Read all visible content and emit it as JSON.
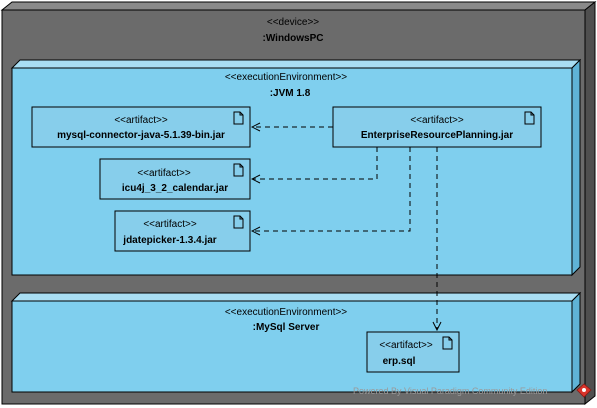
{
  "device": {
    "stereotype": "<<device>>",
    "name": ":WindowsPC"
  },
  "jvm": {
    "stereotype": "<<executionEnvironment>>",
    "name": ":JVM 1.8",
    "artifacts": [
      {
        "stereotype": "<<artifact>>",
        "name": "mysql-connector-java-5.1.39-bin.jar"
      },
      {
        "stereotype": "<<artifact>>",
        "name": "EnterpriseResourcePlanning.jar"
      },
      {
        "stereotype": "<<artifact>>",
        "name": "icu4j_3_2_calendar.jar"
      },
      {
        "stereotype": "<<artifact>>",
        "name": "jdatepicker-1.3.4.jar"
      }
    ]
  },
  "mysql": {
    "stereotype": "<<executionEnvironment>>",
    "name": ":MySql Server",
    "artifacts": [
      {
        "stereotype": "<<artifact>>",
        "name": "erp.sql"
      }
    ]
  },
  "watermark": "Powered By  Visual Paradigm Community Edition",
  "colors": {
    "device_fill": "#6b6b6b",
    "device_side": "#4f4f4f",
    "env_fill": "#7fcfee",
    "env_side": "#5fb3d6",
    "artifact_fill": "#87ceeb",
    "dependency_line": "#000000"
  },
  "icons": [
    "artifact-document-icon",
    "visual-paradigm-logo-icon"
  ]
}
